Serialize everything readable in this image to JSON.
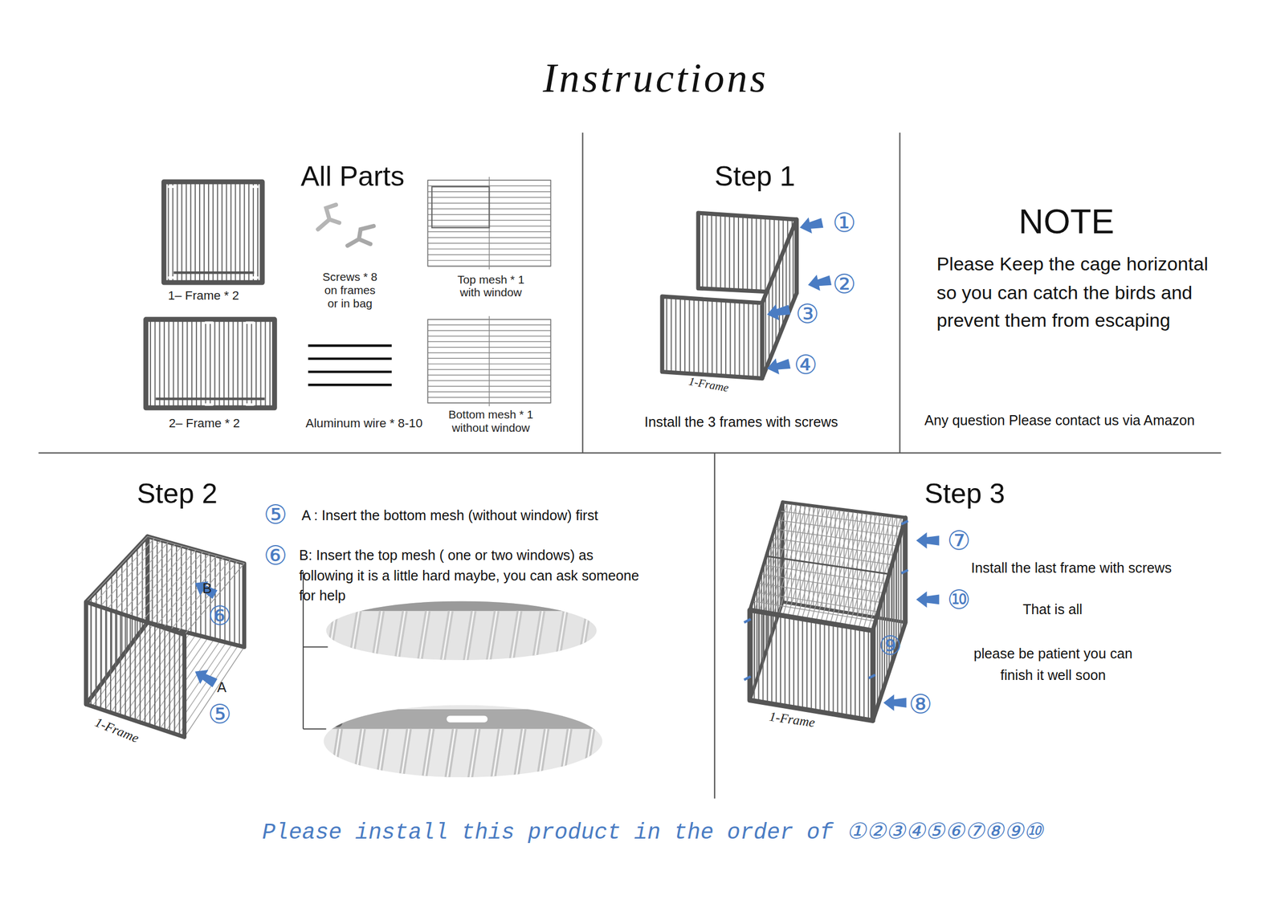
{
  "diagram": {
    "title": "Instructions",
    "caption": "Please install this product in the order of ①②③④⑤⑥⑦⑧⑨⑩",
    "nodes": [
      {
        "text": [
          "All Parts"
        ]
      },
      {
        "text": [
          "Step 1",
          "Install the 3 frames with screws"
        ]
      },
      {
        "text": [
          "NOTE",
          "Please Keep the cage horizontal so you can catch the birds and prevent them from escaping",
          "Any question Please contact us via Amazon"
        ]
      },
      {
        "text": [
          "Step 2",
          "A : Insert the bottom mesh (without window) first",
          "B: Insert the top mesh ( one or two windows) as following it is a little hard maybe, you can ask someone for help"
        ]
      },
      {
        "text": [
          "Step 3",
          "Install the last frame with screws",
          "That is all",
          "please be patient you can finish it well soon"
        ]
      }
    ],
    "labels": [
      "1– Frame * 2",
      "Screws * 8 on frames or in bag",
      "Top mesh * 1 with window",
      "2– Frame * 2",
      "Aluminum wire * 8-10",
      "Bottom mesh * 1 without window",
      "①",
      "②",
      "③",
      "④",
      "1-Frame",
      "B",
      "⑥",
      "A",
      "⑤",
      "1-Frame",
      "⑤",
      "⑥",
      "⑦",
      "⑩",
      "⑨",
      "⑧",
      "1-Frame"
    ]
  }
}
